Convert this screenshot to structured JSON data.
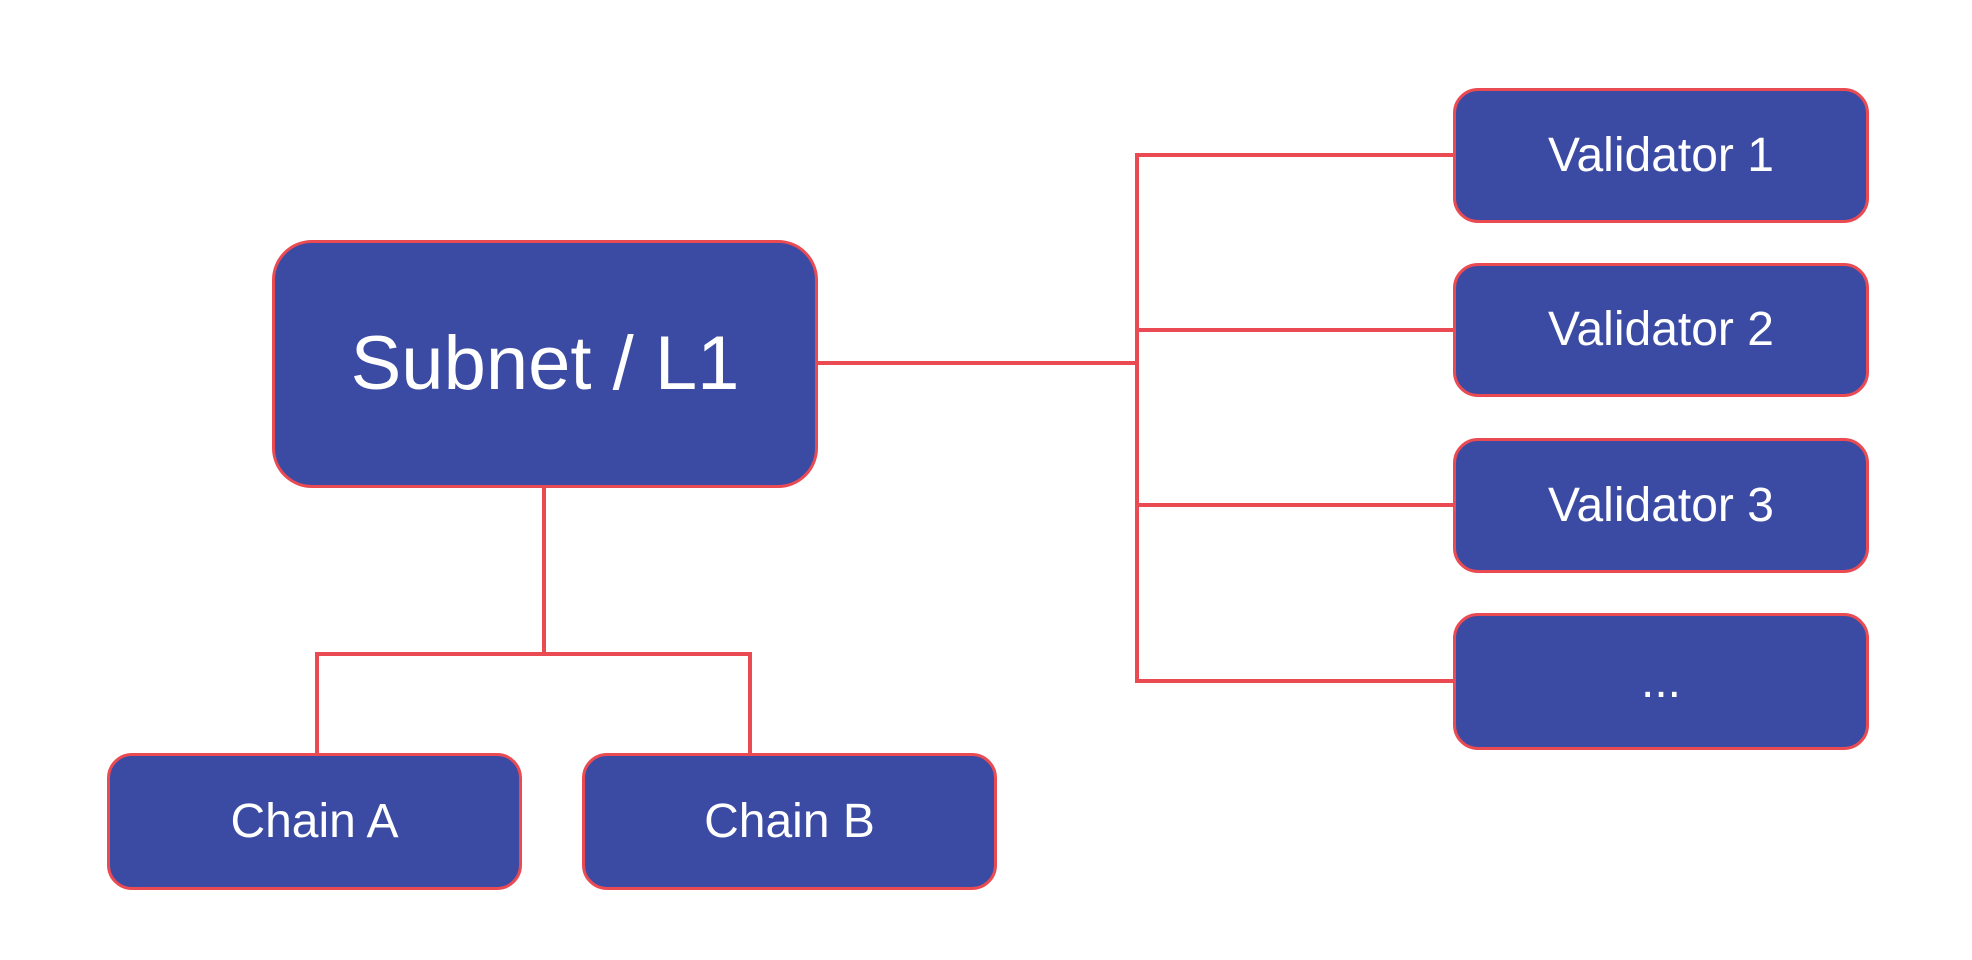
{
  "colors": {
    "background": "#ffffff",
    "node_fill": "#3b4ba3",
    "node_border": "#ea4a52",
    "connector": "#ea4a52",
    "node_text": "#ffffff"
  },
  "diagram": {
    "root": {
      "label": "Subnet / L1"
    },
    "chains": [
      {
        "label": "Chain A"
      },
      {
        "label": "Chain B"
      }
    ],
    "validators": [
      {
        "label": "Validator 1"
      },
      {
        "label": "Validator 2"
      },
      {
        "label": "Validator 3"
      },
      {
        "label": "..."
      }
    ]
  }
}
